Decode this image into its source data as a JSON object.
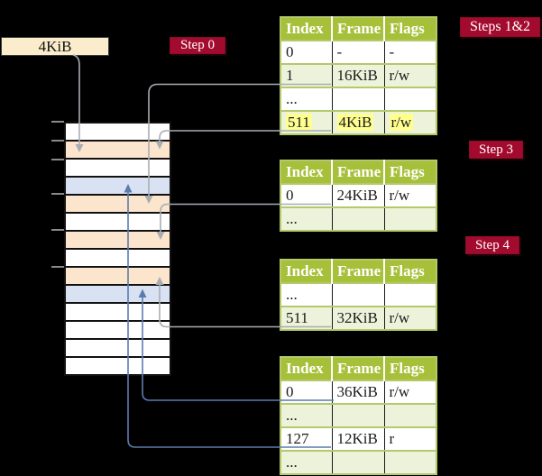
{
  "colors": {
    "arrow_gray": "#a8adb3",
    "arrow_blue": "#5c7cae",
    "badge_bg": "#a30b2e",
    "header_green": "#a6c03a",
    "row_green": "#edf2da",
    "highlight_yellow": "#ffff8f",
    "mem_peach": "#fce5cd",
    "mem_blue": "#d9e2f3",
    "label_cream": "#fbedcb"
  },
  "frame_label": "4KiB",
  "badges": {
    "step0": "Step 0",
    "steps12": "Steps 1&2",
    "step3": "Step 3",
    "step4": "Step 4"
  },
  "memory": {
    "rows": [
      {
        "css": "mrow w"
      },
      {
        "css": "mrow p"
      },
      {
        "css": "mrow w"
      },
      {
        "css": "mrow b"
      },
      {
        "css": "mrow p"
      },
      {
        "css": "mrow w"
      },
      {
        "css": "mrow p"
      },
      {
        "css": "mrow w"
      },
      {
        "css": "mrow p"
      },
      {
        "css": "mrow b"
      },
      {
        "css": "mrow w"
      },
      {
        "css": "mrow w"
      },
      {
        "css": "mrow w"
      },
      {
        "css": "mrow w"
      }
    ]
  },
  "tables": [
    {
      "headers": [
        "Index",
        "Frame",
        "Flags"
      ],
      "rows": [
        {
          "cells": [
            "0",
            "-",
            "-"
          ]
        },
        {
          "cells": [
            "1",
            "16KiB",
            "r/w"
          ]
        },
        {
          "cells": [
            "...",
            "",
            ""
          ]
        },
        {
          "cells": [
            "511",
            "4KiB",
            "r/w"
          ],
          "highlight": true
        }
      ]
    },
    {
      "headers": [
        "Index",
        "Frame",
        "Flags"
      ],
      "rows": [
        {
          "cells": [
            "0",
            "24KiB",
            "r/w"
          ]
        },
        {
          "cells": [
            "...",
            "",
            ""
          ]
        }
      ]
    },
    {
      "headers": [
        "Index",
        "Frame",
        "Flags"
      ],
      "rows": [
        {
          "cells": [
            "...",
            "",
            ""
          ]
        },
        {
          "cells": [
            "511",
            "32KiB",
            "r/w"
          ]
        }
      ]
    },
    {
      "headers": [
        "Index",
        "Frame",
        "Flags"
      ],
      "rows": [
        {
          "cells": [
            "0",
            "36KiB",
            "r/w"
          ]
        },
        {
          "cells": [
            "...",
            "",
            ""
          ]
        },
        {
          "cells": [
            "127",
            "12KiB",
            "r"
          ]
        },
        {
          "cells": [
            "...",
            "",
            ""
          ]
        }
      ]
    }
  ]
}
